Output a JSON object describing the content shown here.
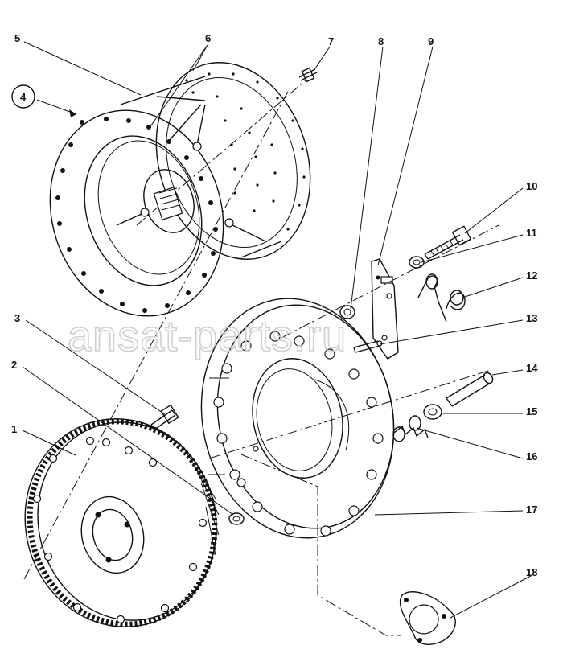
{
  "watermark": "ansat-parts.ru",
  "callouts": [
    {
      "id": "c1",
      "text": "1"
    },
    {
      "id": "c2",
      "text": "2"
    },
    {
      "id": "c3",
      "text": "3"
    },
    {
      "id": "c4",
      "text": "4"
    },
    {
      "id": "c5",
      "text": "5"
    },
    {
      "id": "c6",
      "text": "6"
    },
    {
      "id": "c7",
      "text": "7"
    },
    {
      "id": "c8",
      "text": "8"
    },
    {
      "id": "c9",
      "text": "9"
    },
    {
      "id": "c10",
      "text": "10"
    },
    {
      "id": "c11",
      "text": "11"
    },
    {
      "id": "c12",
      "text": "12"
    },
    {
      "id": "c13",
      "text": "13"
    },
    {
      "id": "c14",
      "text": "14"
    },
    {
      "id": "c15",
      "text": "15"
    },
    {
      "id": "c16",
      "text": "16"
    },
    {
      "id": "c17",
      "text": "17"
    },
    {
      "id": "c18",
      "text": "18"
    }
  ]
}
